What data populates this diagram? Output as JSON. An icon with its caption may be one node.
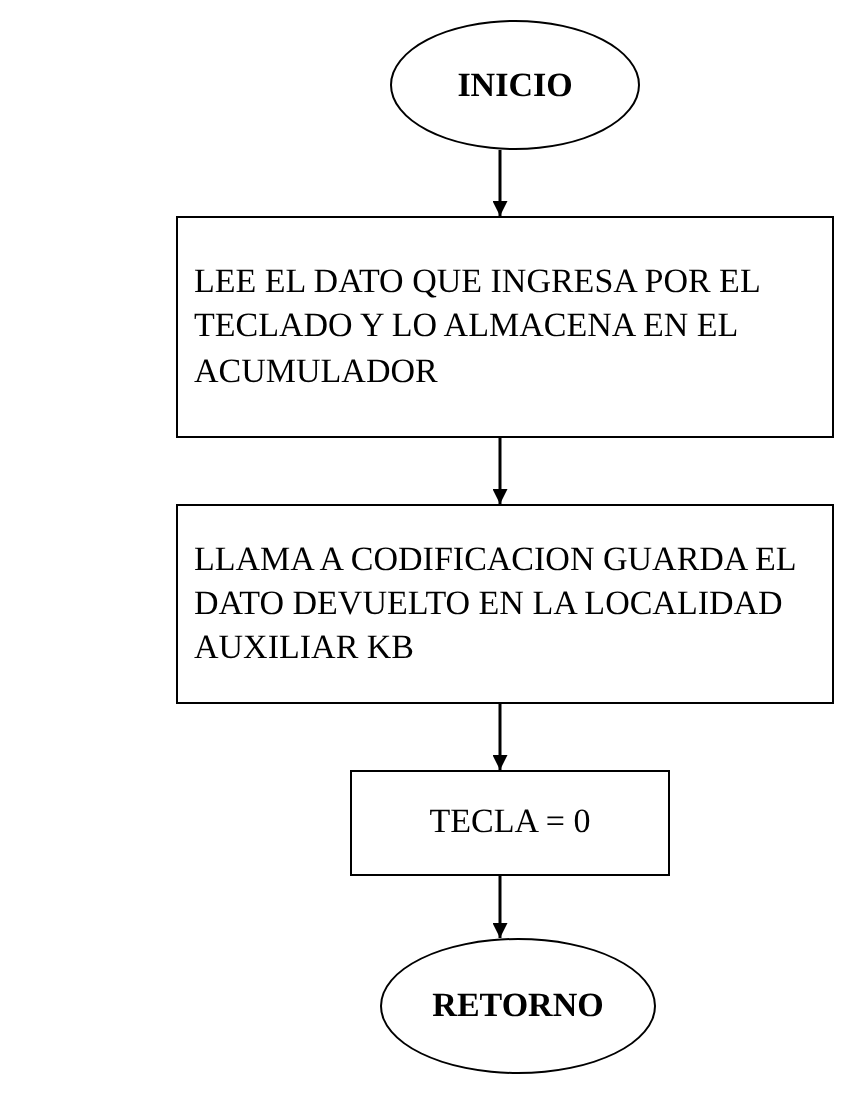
{
  "diagram": {
    "nodes": [
      {
        "text": [
          "INICIO"
        ]
      },
      {
        "text": [
          "LEE EL DATO QUE INGRESA POR EL TECLADO Y LO ALMACENA EN EL ACUMULADOR"
        ]
      },
      {
        "text": [
          "LLAMA A CODIFICACION GUARDA EL DATO DEVUELTO EN LA LOCALIDAD AUXILIAR KB"
        ]
      },
      {
        "text": [
          "TECLA = 0"
        ]
      },
      {
        "text": [
          "RETORNO"
        ]
      }
    ],
    "edges": [
      {
        "from": 0,
        "to": 1,
        "arrow": "to"
      },
      {
        "from": 1,
        "to": 2,
        "arrow": "to"
      },
      {
        "from": 2,
        "to": 3,
        "arrow": "to"
      },
      {
        "from": 3,
        "to": 4,
        "arrow": "to"
      }
    ]
  }
}
